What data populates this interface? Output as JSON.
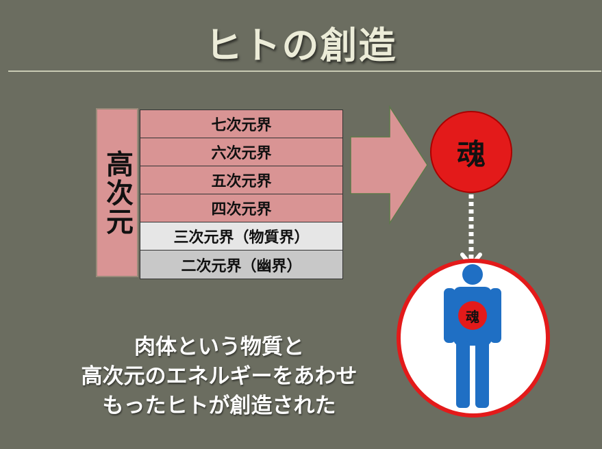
{
  "slide": {
    "title": "ヒトの創造",
    "dimension_label": "高次元",
    "dimensions": [
      {
        "label": "七次元界",
        "style": "pink"
      },
      {
        "label": "六次元界",
        "style": "pink"
      },
      {
        "label": "五次元界",
        "style": "pink"
      },
      {
        "label": "四次元界",
        "style": "pink"
      },
      {
        "label": "三次元界（物質界）",
        "style": "light"
      },
      {
        "label": "二次元界（幽界）",
        "style": "gray"
      }
    ],
    "soul_label": "魂",
    "body_soul_label": "魂",
    "caption_lines": [
      "肉体という物質と",
      "高次元のエネルギーをあわせ",
      "もったヒトが創造された"
    ]
  },
  "colors": {
    "background": "#6b6d60",
    "pink": "#d99494",
    "soul_red": "#e31a1a",
    "figure_blue": "#1f6fc4"
  },
  "icons": [
    "right-arrow-icon",
    "dotted-down-arrow-icon",
    "human-figure-icon"
  ]
}
